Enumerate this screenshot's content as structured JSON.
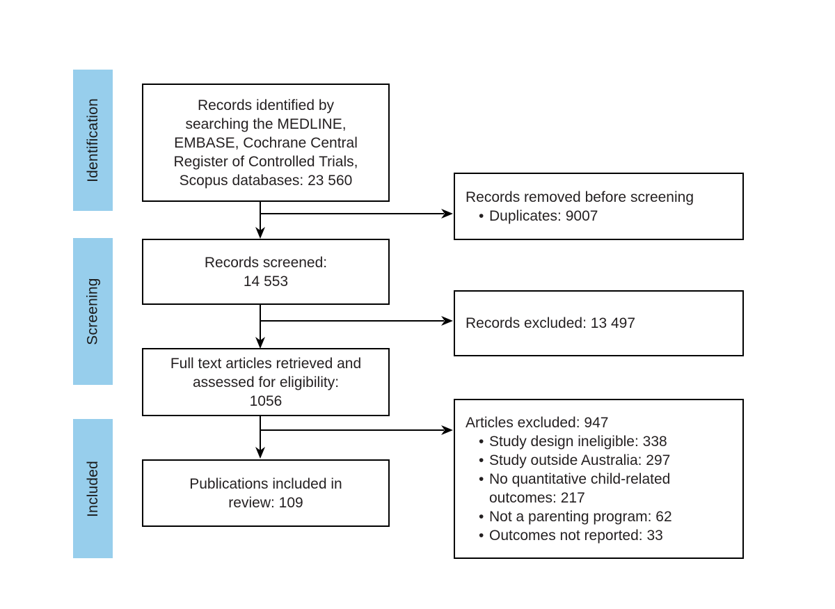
{
  "diagram": {
    "kind": "prisma-flow-diagram"
  },
  "glyphs": {
    "bullet": "•"
  },
  "colors": {
    "stage_bar": "#97ceec",
    "box_border": "#000000",
    "text": "#231f20",
    "arrow": "#000000",
    "background": "#ffffff"
  },
  "stages": [
    {
      "label": "Identification"
    },
    {
      "label": "Screening"
    },
    {
      "label": "Included"
    }
  ],
  "flow_boxes": {
    "identified": {
      "text": "Records identified by\nsearching the MEDLINE,\nEMBASE, Cochrane Central\nRegister of Controlled Trials,\nScopus databases: 23 560"
    },
    "screened": {
      "text": "Records screened:\n14 553"
    },
    "fulltext": {
      "text": "Full text articles retrieved and\nassessed for eligibility:\n1056"
    },
    "included": {
      "text": "Publications included in\nreview: 109"
    }
  },
  "exclusion_boxes": {
    "removed": {
      "title": "Records removed before screening",
      "bullets": [
        "Duplicates: 9007"
      ]
    },
    "records_excluded": {
      "title": "Records excluded: 13 497",
      "bullets": []
    },
    "articles_excluded": {
      "title": "Articles excluded: 947",
      "bullets": [
        "Study design ineligible: 338",
        "Study outside Australia: 297",
        "No quantitative child-related\noutcomes: 217",
        "Not a parenting program: 62",
        "Outcomes not reported: 33"
      ]
    }
  }
}
